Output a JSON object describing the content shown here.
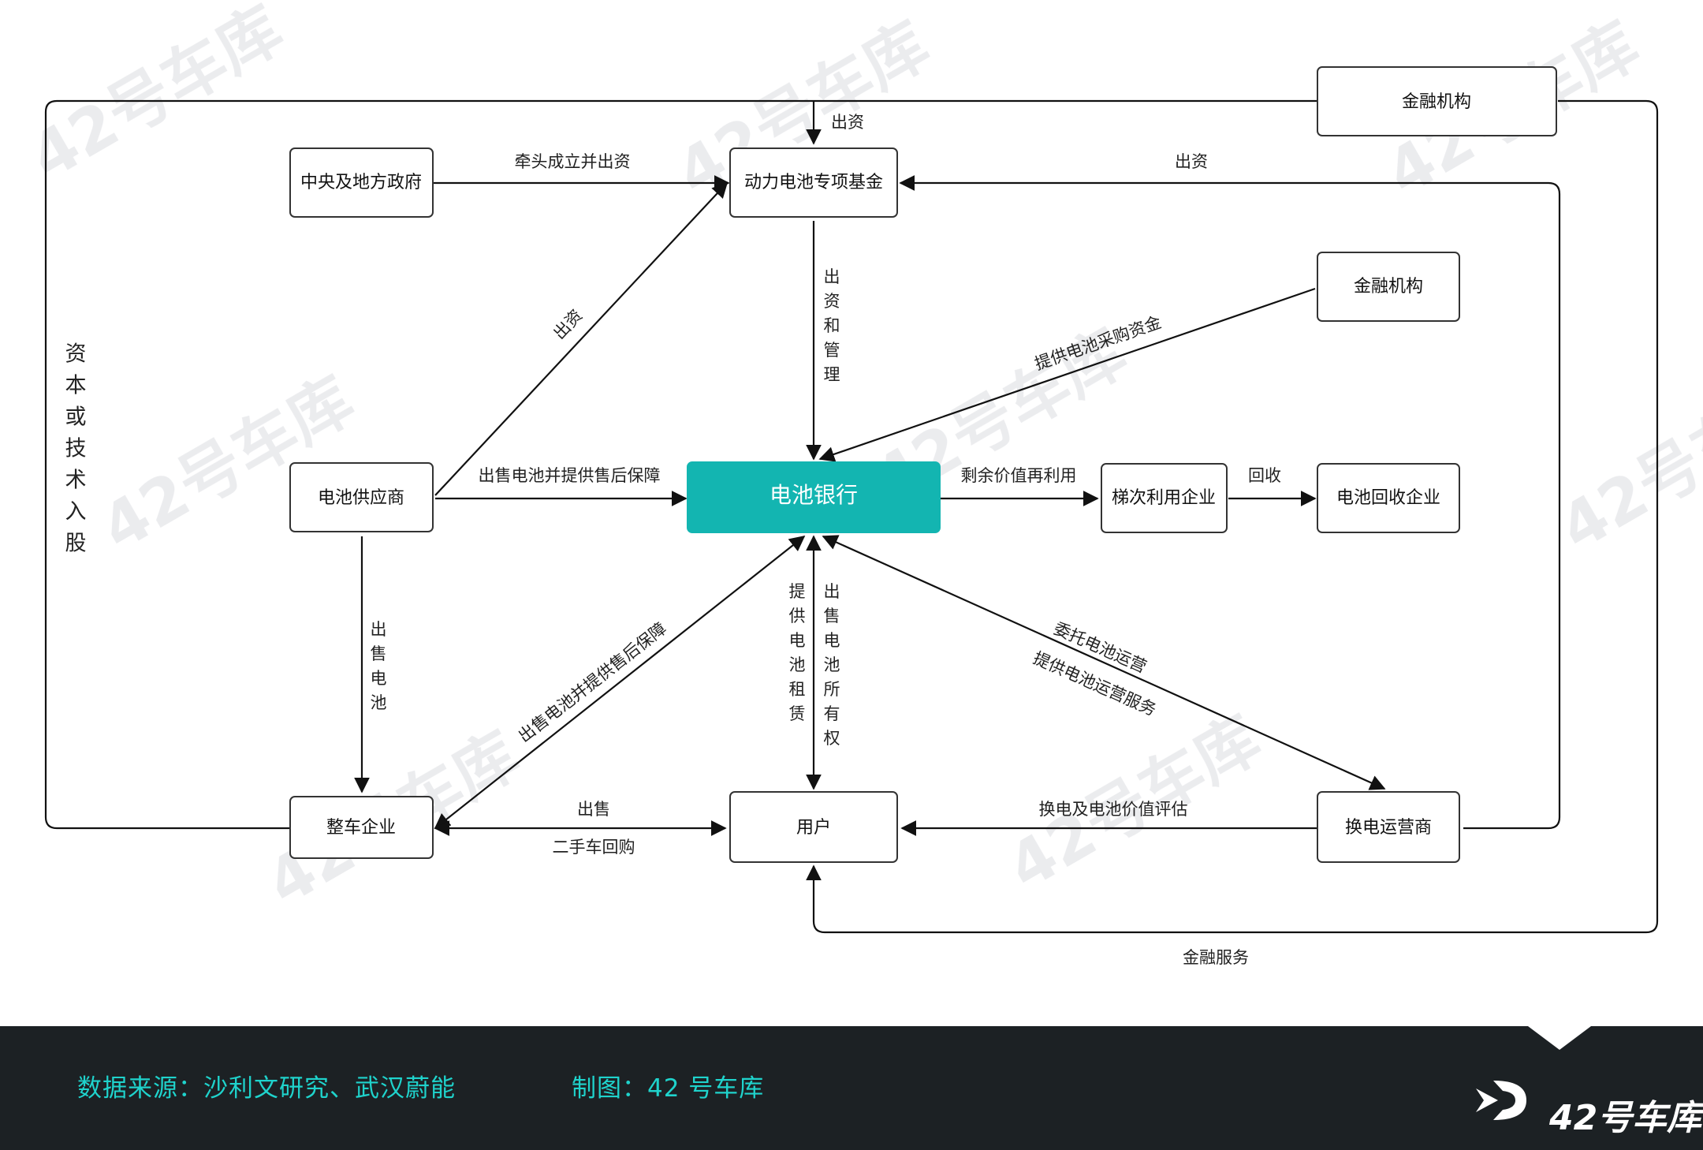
{
  "nodes": {
    "finance_top": "金融机构",
    "gov": "中央及地方政府",
    "fund": "动力电池专项基金",
    "finance_mid": "金融机构",
    "supplier": "电池供应商",
    "bank": "电池银行",
    "cascade": "梯次利用企业",
    "recycle": "电池回收企业",
    "oem": "整车企业",
    "user": "用户",
    "swap": "换电运营商"
  },
  "edges": {
    "finance_to_fund": "出资",
    "gov_to_fund": "牵头成立并出资",
    "swap_to_fund": "出资",
    "supplier_to_fund": "出资",
    "fund_to_bank": "出资和管理",
    "finance_to_bank": "提供电池采购资金",
    "supplier_to_bank": "出售电池并提供售后保障",
    "bank_to_cascade": "剩余价值再利用",
    "cascade_to_recycle": "回收",
    "supplier_to_oem": "出售电池",
    "oem_to_bank": "出售电池并提供售后保障",
    "bank_to_user_left": "提供电池租赁",
    "bank_to_user_right": "出售电池所有权",
    "bank_swap_upper": "委托电池运营",
    "bank_swap_lower": "提供电池运营服务",
    "oem_user_upper": "出售",
    "oem_user_lower": "二手车回购",
    "swap_to_user": "换电及电池价值评估",
    "finance_service": "金融服务",
    "capital_loop": "资本或技术入股"
  },
  "footer": {
    "source": "数据来源：沙利文研究、武汉蔚能",
    "credit": "制图：42 号车库",
    "brand": "42号车库"
  },
  "watermark": "42号车库",
  "colors": {
    "accent": "#13b5b1",
    "footer_bg": "#1c2124",
    "footer_text": "#1fd3cc"
  }
}
